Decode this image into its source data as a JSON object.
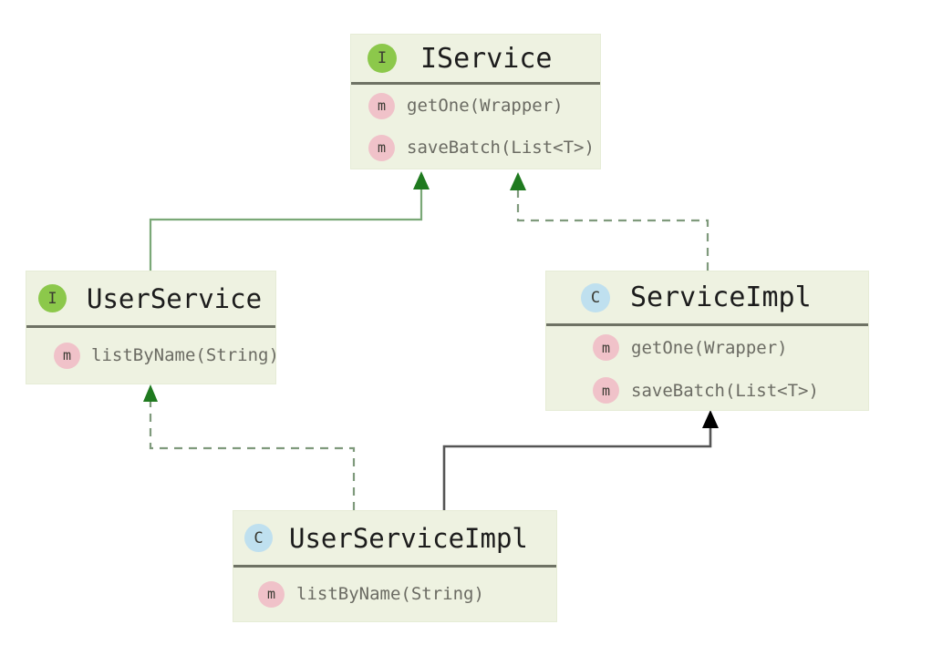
{
  "diagram": {
    "type": "uml-class-diagram",
    "background": "#ffffff",
    "colors": {
      "node_fill": "#eef2e1",
      "node_border": "#e6ecd6",
      "divider": "#6e7264",
      "interface_badge": "#8cc84b",
      "class_badge": "#bfe0ef",
      "method_badge": "#f0c2c9",
      "implement_edge": "#5a8f56",
      "extend_edge": "#555555",
      "arrow_green": "#1f7a1f",
      "arrow_black": "#000000"
    },
    "nodes": [
      {
        "id": "iservice",
        "stereotype": "interface",
        "badge": "I",
        "badge_icon": "interface-badge-icon",
        "title": "IService",
        "members": [
          {
            "badge": "m",
            "badge_icon": "method-badge-icon",
            "text": "getOne(Wrapper)"
          },
          {
            "badge": "m",
            "badge_icon": "method-badge-icon",
            "text": "saveBatch(List<T>)"
          }
        ]
      },
      {
        "id": "userservice",
        "stereotype": "interface",
        "badge": "I",
        "badge_icon": "interface-badge-icon",
        "title": "UserService",
        "members": [
          {
            "badge": "m",
            "badge_icon": "method-badge-icon",
            "text": "listByName(String)"
          }
        ]
      },
      {
        "id": "serviceimpl",
        "stereotype": "class",
        "badge": "C",
        "badge_icon": "class-badge-icon",
        "title": "ServiceImpl",
        "members": [
          {
            "badge": "m",
            "badge_icon": "method-badge-icon",
            "text": "getOne(Wrapper)"
          },
          {
            "badge": "m",
            "badge_icon": "method-badge-icon",
            "text": "saveBatch(List<T>)"
          }
        ]
      },
      {
        "id": "userserviceimpl",
        "stereotype": "class",
        "badge": "C",
        "badge_icon": "class-badge-icon",
        "title": "UserServiceImpl",
        "members": [
          {
            "badge": "m",
            "badge_icon": "method-badge-icon",
            "text": "listByName(String)"
          }
        ]
      }
    ],
    "edges": [
      {
        "id": "userservice-extends-iservice",
        "from": "userservice",
        "to": "iservice",
        "style": "solid",
        "relation": "extends",
        "color": "#5a8f56",
        "arrow": "green-hollow-up"
      },
      {
        "id": "serviceimpl-implements-iservice",
        "from": "serviceimpl",
        "to": "iservice",
        "style": "dashed",
        "relation": "implements",
        "color": "#5a8f56",
        "arrow": "green-hollow-up"
      },
      {
        "id": "userserviceimpl-implements-userservice",
        "from": "userserviceimpl",
        "to": "userservice",
        "style": "dashed",
        "relation": "implements",
        "color": "#5a8f56",
        "arrow": "green-hollow-up"
      },
      {
        "id": "userserviceimpl-extends-serviceimpl",
        "from": "userserviceimpl",
        "to": "serviceimpl",
        "style": "solid",
        "relation": "extends",
        "color": "#555555",
        "arrow": "black-solid-up"
      }
    ]
  }
}
